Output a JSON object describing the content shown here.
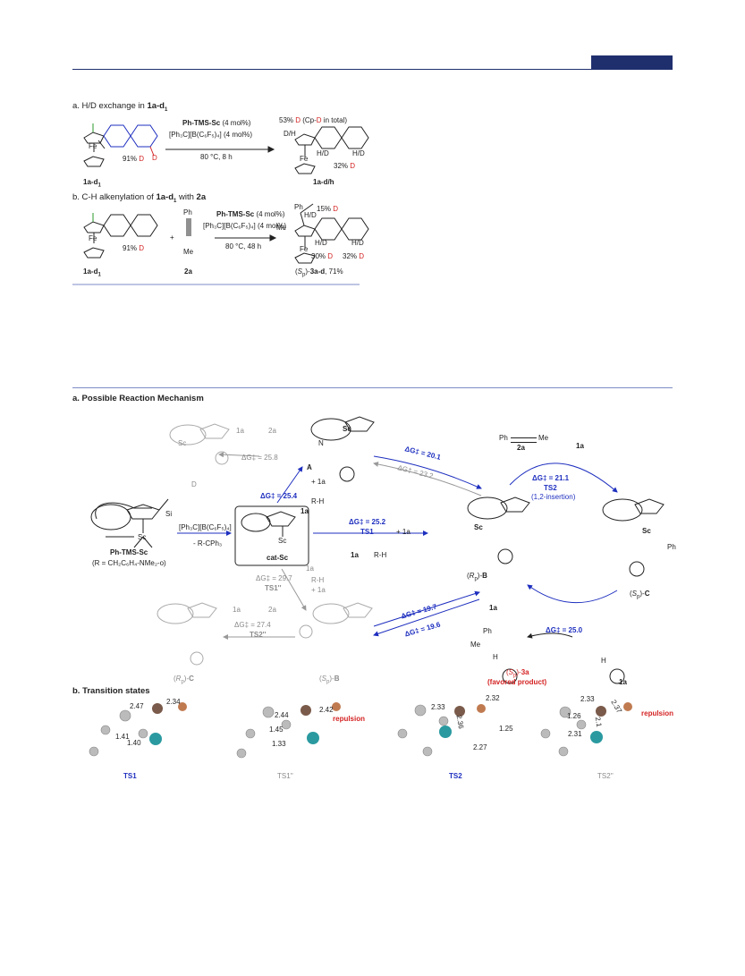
{
  "header": {
    "accent_color": "#1f2f6e"
  },
  "scheme1": {
    "a_label": "a. H/D exchange in ",
    "a_bold": "1a-d",
    "a_sub": "1",
    "a_reagent1": "Ph-TMS-Sc",
    "a_reagent1_rest": " (4 mol%)",
    "a_reagent2": "[Ph₃C][B(C₆F₅)₄] (4 mol%)",
    "a_cond": "80 °C, 8 h",
    "a_sm_d": "D",
    "a_sm_pct": "91% D",
    "a_sm_label": "1a-d",
    "a_sm_sub": "1",
    "a_top_pct": "53% D (Cp-D in total)",
    "a_dh": "D/H",
    "a_hd": "H/D",
    "a_hd2": "H/D",
    "a_prod_pct": "32% D",
    "a_prod_label": "1a-d/h",
    "b_label": "b. C-H alkenylation of ",
    "b_bold1": "1a-d",
    "b_sub": "1",
    "b_mid": " with ",
    "b_bold2": "2a",
    "b_reagent1": "Ph-TMS-Sc",
    "b_reagent1_rest": " (4 mol%)",
    "b_reagent2": "[Ph₃C][B(C₆F₅)₄] (4 mol%)",
    "b_cond": "80 °C, 48 h",
    "b_sm_pct": "91% D",
    "b_sm_label": "1a-d",
    "b_sm_sub": "1",
    "b_alkyne_ph": "Ph",
    "b_alkyne_me": "Me",
    "b_alkyne_label": "2a",
    "b_plus": "+",
    "b_p_ph": "Ph",
    "b_p_me": "Me",
    "b_p_hd1": "H/D",
    "b_p_hd2": "H/D",
    "b_p_hd3": "H/D",
    "b_p_pct1": "15% D",
    "b_p_pct2": "30% D",
    "b_p_pct3": "32% D",
    "b_prod_label": "(Sp)-3a-d, 71%"
  },
  "mech": {
    "title": "a. Possible Reaction Mechanism",
    "start_name": "Ph-TMS-Sc",
    "start_r": "(R = CH₂C₆H₄-NMe₂-o)",
    "start_reagent": "[Ph₃C][B(C₆F₅)₄]",
    "start_by": "- R-CPh₃",
    "cat_label": "cat-Sc",
    "A_label": "A",
    "A_dg": "ΔG‡ = 25.4",
    "A_rh": "R-H",
    "A_1a": "1a",
    "A_plus1a": "+ 1a",
    "AB_dg1": "ΔG‡ = 20.1",
    "AB_dg2": "ΔG‡ = 23.2",
    "D_label": "D",
    "D_dg": "ΔG‡ = 25.8",
    "D_1a": "1a",
    "D_2a": "2a",
    "TS1_dg": "ΔG‡ = 25.2",
    "TS1_label": "TS1",
    "TS1_plus": "+ 1a",
    "TS1_1a": "1a",
    "TS1_rh": "R-H",
    "RB_label": "(Rp)-B",
    "TS2_dg": "ΔG‡ = 21.1",
    "TS2_label": "TS2",
    "TS2_sub": "(1,2-insertion)",
    "alkyne_ph": "Ph",
    "alkyne_me": "Me",
    "alkyne_label": "2a",
    "alkyne_1a": "1a",
    "SC_label": "(Sp)-C",
    "prod_dg": "ΔG‡ = 25.0",
    "prod_1a_in": "1a",
    "prod_1a_out": "1a",
    "prod_label": "(Sp)-3a",
    "prod_fav": "(favored product)",
    "prod_me": "Me",
    "prod_ph": "Ph",
    "prod_h": "H",
    "sm_label": "1a",
    "sm_h": "H",
    "TS1pp_dg": "ΔG‡ = 29.7",
    "TS1pp_label": "TS1''",
    "TS1pp_1a": "1a",
    "TS1pp_rh": "R-H",
    "TS1pp_plus": "+ 1a",
    "SB_dg1": "ΔG‡ = 19.7",
    "SB_dg2": "ΔG‡ = 19.6",
    "SB_label": "(Sp)-B",
    "TS2pp_dg": "ΔG‡ = 27.4",
    "TS2pp_label": "TS2''",
    "TS2pp_1a": "1a",
    "TS2pp_2a": "2a",
    "RC_label": "(Rp)-C",
    "fe": "Fe",
    "n": "N",
    "sc": "Sc",
    "si": "Si"
  },
  "ts": {
    "title": "b. Transition states",
    "ts1": {
      "label": "TS1",
      "d": [
        "2.47",
        "2.34",
        "1.41",
        "1.40"
      ]
    },
    "ts1pp": {
      "label": "TS1''",
      "d": [
        "2.44",
        "2.42",
        "1.45",
        "1.33"
      ],
      "rep": "repulsion"
    },
    "ts2": {
      "label": "TS2",
      "d": [
        "2.33",
        "2.32",
        "2.36",
        "1.25",
        "2.27"
      ]
    },
    "ts2pp": {
      "label": "TS2''",
      "d": [
        "2.33",
        "2.37",
        "1.26",
        "2.31",
        "2.1"
      ],
      "rep": "repulsion"
    }
  }
}
